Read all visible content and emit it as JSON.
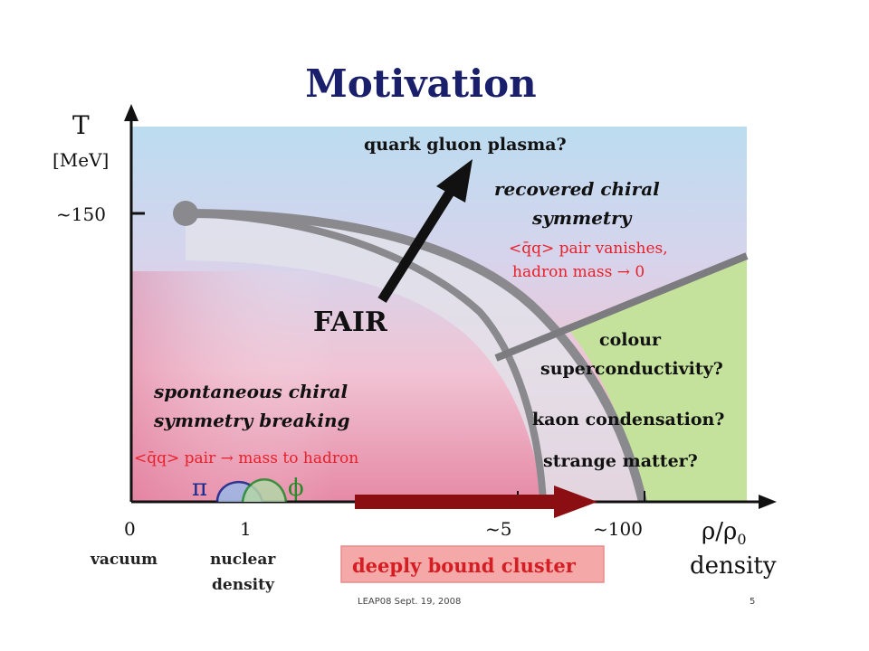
{
  "slide": {
    "title": "Motivation",
    "footer_left": "LEAP08  Sept. 19, 2008",
    "footer_right": "5"
  },
  "axes": {
    "y_title": "T",
    "y_unit": "[MeV]",
    "y_tick": "~150",
    "x_ticks": [
      "0",
      "1",
      "~5",
      "~100"
    ],
    "x_title": "ρ/ρ",
    "x_title_sub": "0",
    "x_subtitle": "density",
    "x_tick_notes": {
      "vacuum": "vacuum",
      "nuclear_line1": "nuclear",
      "nuclear_line2": "density"
    }
  },
  "labels": {
    "qgp": "quark gluon plasma?",
    "recovered_line1": "recovered chiral",
    "recovered_line2": "symmetry",
    "qq_vanish_line1": "<q̄q> pair vanishes,",
    "qq_vanish_line2": "hadron mass → 0",
    "fair": "FAIR",
    "colour_line1": "colour",
    "colour_line2": "superconductivity?",
    "kaon": "kaon condensation?",
    "strange": "strange matter?",
    "sponta_line1": "spontaneous chiral",
    "sponta_line2": "symmetry breaking",
    "qq_mass": "<q̄q> pair → mass to hadron",
    "pi": "π",
    "phi": "ϕ",
    "cluster": "deeply bound cluster"
  },
  "colors": {
    "hadron_region": "#f0b4c8",
    "qgp_region": "#bcdcf0",
    "colour_sc_region": "#c4e29c",
    "boundary": "#8a8a8e",
    "red_text": "#e8202a",
    "cluster_arrow": "#8b0f12",
    "title": "#1a1f6b"
  }
}
